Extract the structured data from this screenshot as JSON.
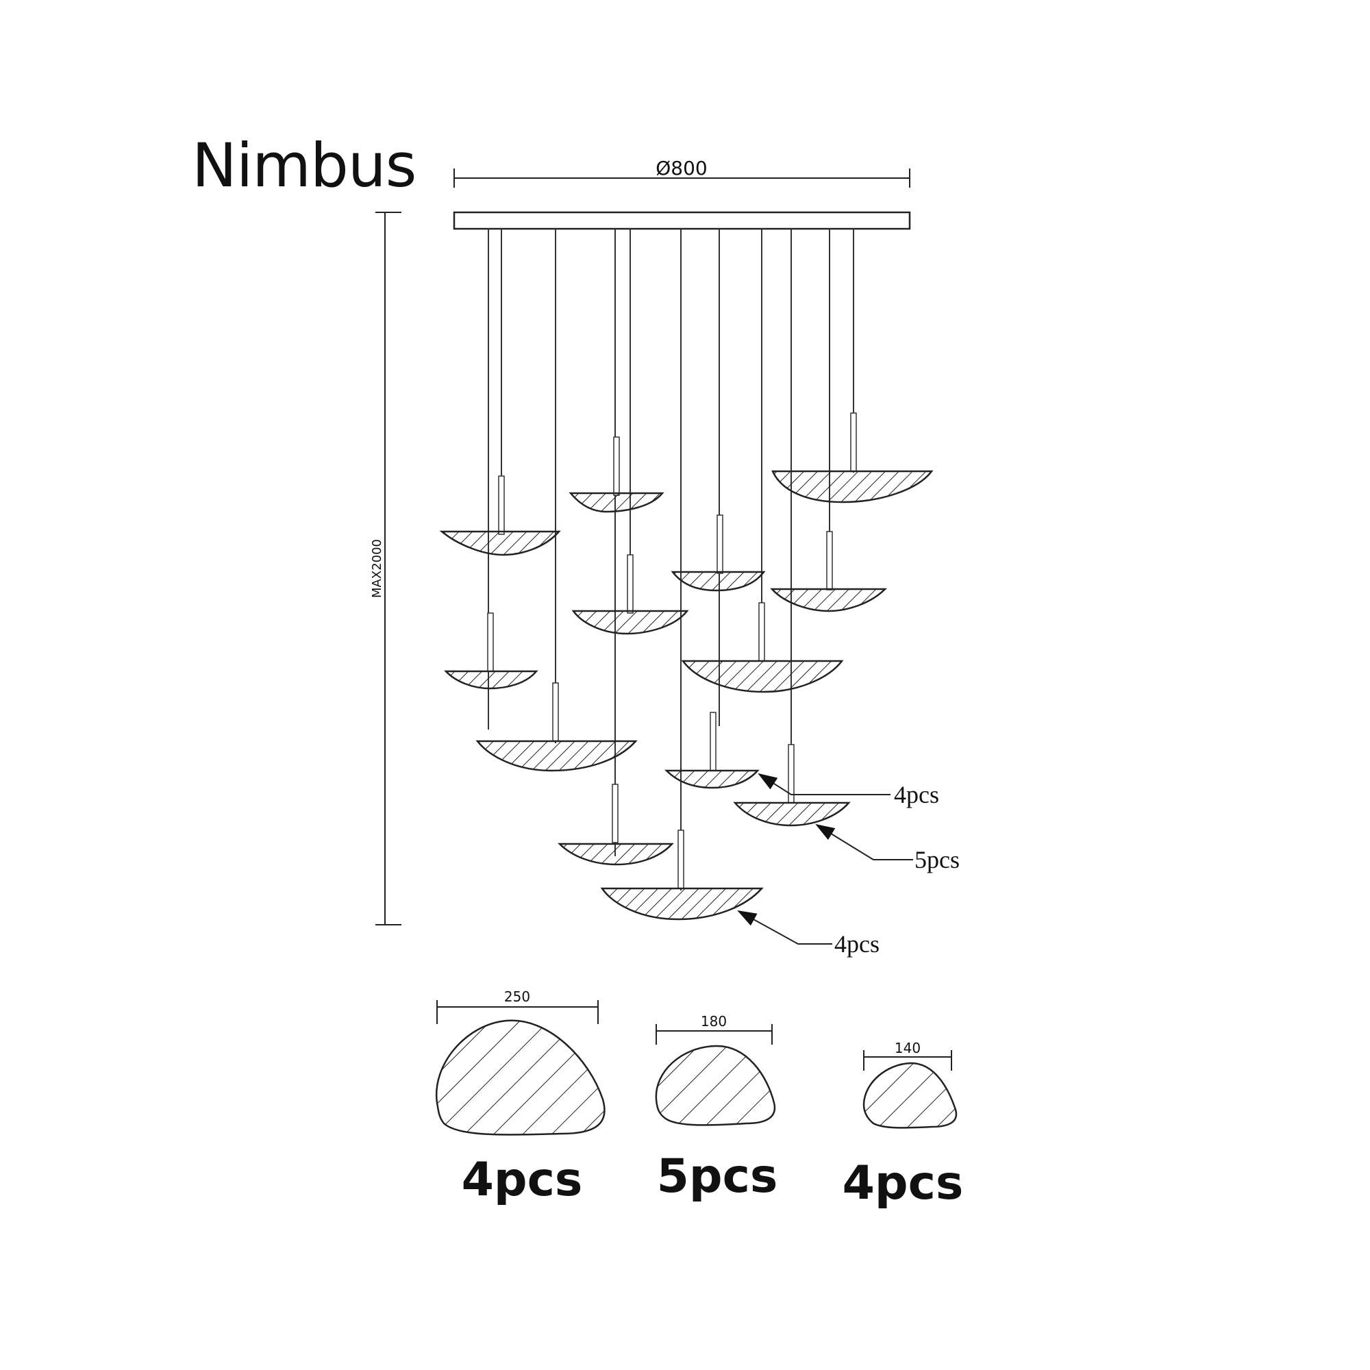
{
  "title": "Nimbus",
  "dimensions": {
    "canopy_diameter": "Ø800",
    "max_height": "MAX2000"
  },
  "callouts": [
    {
      "label": "4pcs"
    },
    {
      "label": "5pcs"
    },
    {
      "label": "4pcs"
    }
  ],
  "shade_sizes": [
    {
      "width": "250",
      "count": "4pcs"
    },
    {
      "width": "180",
      "count": "5pcs"
    },
    {
      "width": "140",
      "count": "4pcs"
    }
  ]
}
